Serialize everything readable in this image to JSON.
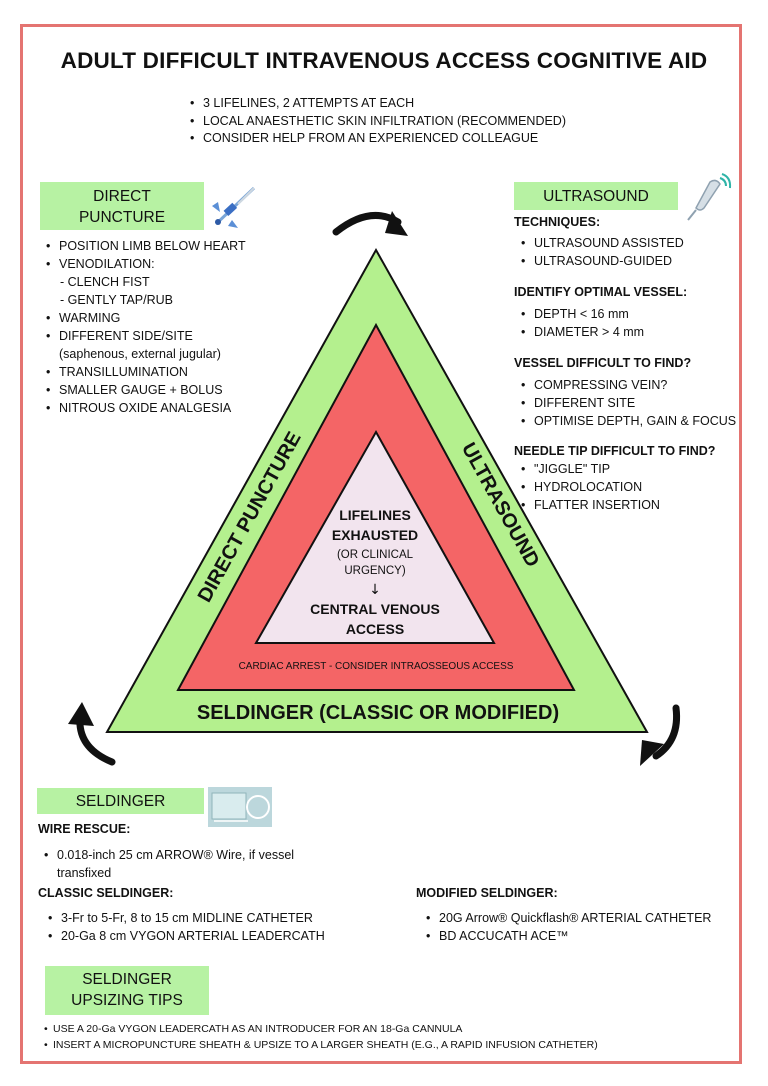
{
  "title": "ADULT DIFFICULT INTRAVENOUS ACCESS COGNITIVE AID",
  "intro": [
    "3 LIFELINES, 2 ATTEMPTS AT EACH",
    "LOCAL ANAESTHETIC SKIN INFILTRATION (RECOMMENDED)",
    "CONSIDER HELP FROM AN EXPERIENCED COLLEAGUE"
  ],
  "direct": {
    "box_line1": "DIRECT",
    "box_line2": "PUNCTURE",
    "items": [
      "POSITION LIMB BELOW HEART",
      "VENODILATION:",
      "- CLENCH FIST",
      "- GENTLY TAP/RUB",
      "WARMING",
      "DIFFERENT SIDE/SITE",
      "(saphenous, external jugular)",
      "TRANSILLUMINATION",
      "SMALLER GAUGE + BOLUS",
      "NITROUS OXIDE ANALGESIA"
    ]
  },
  "ultrasound": {
    "box": "ULTRASOUND",
    "techniques_h": "TECHNIQUES:",
    "techniques": [
      "ULTRASOUND ASSISTED",
      "ULTRASOUND-GUIDED"
    ],
    "vessel_h": "IDENTIFY OPTIMAL VESSEL:",
    "vessel": [
      "DEPTH < 16 mm",
      "DIAMETER > 4 mm"
    ],
    "difficult_h": "VESSEL DIFFICULT TO FIND?",
    "difficult": [
      "COMPRESSING VEIN?",
      "DIFFERENT SITE",
      "OPTIMISE DEPTH, GAIN & FOCUS"
    ],
    "needle_h": "NEEDLE TIP DIFFICULT TO FIND?",
    "needle": [
      "\"JIGGLE\" TIP",
      "HYDROLOCATION",
      "FLATTER INSERTION"
    ]
  },
  "triangle": {
    "left_side": "DIRECT PUNCTURE",
    "right_side": "ULTRASOUND",
    "bottom": "SELDINGER (CLASSIC OR MODIFIED)",
    "red_band": "CARDIAC ARREST - CONSIDER INTRAOSSEOUS ACCESS",
    "center_l1": "LIFELINES",
    "center_l2": "EXHAUSTED",
    "center_l3": "(OR CLINICAL",
    "center_l4": "URGENCY)",
    "center_arrow": "↓",
    "center_l5": "CENTRAL VENOUS",
    "center_l6": "ACCESS"
  },
  "seldinger": {
    "box": "SELDINGER",
    "wire_h": "WIRE RESCUE:",
    "wire_l1": "0.018-inch 25 cm ARROW® Wire, if vessel",
    "wire_l2": "transfixed",
    "classic_h": "CLASSIC SELDINGER:",
    "classic": [
      "3-Fr to 5-Fr, 8 to 15 cm MIDLINE CATHETER",
      "20-Ga 8 cm VYGON ARTERIAL LEADERCATH"
    ],
    "modified_h": "MODIFIED SELDINGER:",
    "modified": [
      "20G Arrow® Quickflash® ARTERIAL CATHETER",
      "BD ACCUCATH ACE™"
    ]
  },
  "upsizing": {
    "box_line1": "SELDINGER",
    "box_line2": "UPSIZING TIPS",
    "items": [
      "USE A 20-Ga VYGON LEADERCATH AS AN INTRODUCER FOR AN 18-Ga CANNULA",
      "INSERT A MICROPUNCTURE SHEATH & UPSIZE TO A LARGER SHEATH (E.G., A RAPID INFUSION CATHETER)"
    ]
  },
  "colors": {
    "frame": "#e47471",
    "green": "#b7f2a3",
    "triangle_green": "#b4f08e",
    "triangle_red": "#f46566",
    "triangle_inner": "#f2e4ee"
  }
}
